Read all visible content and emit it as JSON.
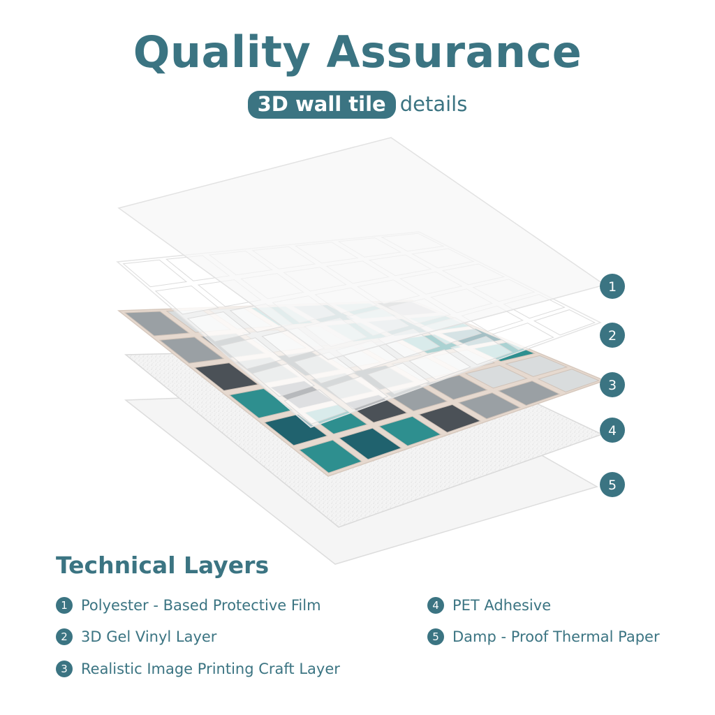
{
  "header": {
    "title": "Quality Assurance",
    "subtitle_highlight": "3D wall tile",
    "subtitle_rest": "details"
  },
  "callouts": [
    "1",
    "2",
    "3",
    "4",
    "5"
  ],
  "section": {
    "title": "Technical Layers",
    "items": [
      {
        "num": "1",
        "label": "Polyester - Based Protective Film"
      },
      {
        "num": "2",
        "label": "3D Gel Vinyl Layer"
      },
      {
        "num": "3",
        "label": "Realistic Image Printing Craft Layer"
      },
      {
        "num": "4",
        "label": "PET Adhesive"
      },
      {
        "num": "5",
        "label": "Damp - Proof Thermal Paper"
      }
    ]
  },
  "colors": {
    "accent": "#3b7482",
    "teal": "#2e8f8f",
    "dark_teal": "#20626e",
    "grey": "#9aa0a4",
    "dark_grey": "#4b5157",
    "light_grey": "#d9dcdd",
    "grout": "#e6d9cf"
  }
}
